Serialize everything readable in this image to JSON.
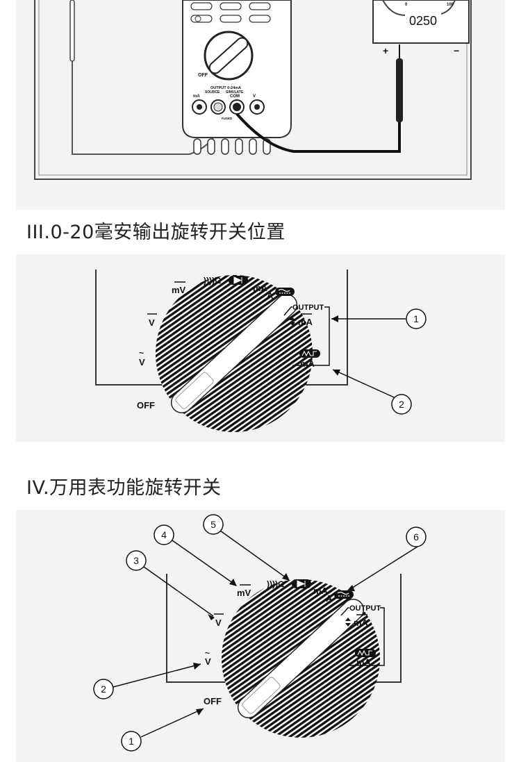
{
  "section3": {
    "title": "III.0-20毫安输出旋转开关位置",
    "dial_labels": {
      "off": "OFF",
      "v_ac": "V",
      "v_dc": "V",
      "mv": "mV",
      "ohm_group": "))))Ω",
      "ma_a": "mA",
      "a": "A",
      "output": "OUTPUT",
      "output_ma": "mA",
      "sim_ma": "mA"
    },
    "callouts": [
      "1",
      "2"
    ]
  },
  "section4": {
    "title": "IV.万用表功能旋转开关",
    "dial_labels": {
      "off": "OFF",
      "v_ac": "V",
      "v_dc": "V",
      "mv": "mV",
      "ohm_group": "))))Ω",
      "ma_a": "mA",
      "a": "A",
      "output": "OUTPUT",
      "output_ma": "mA",
      "sim_ma": "mA"
    },
    "callouts": [
      "1",
      "2",
      "3",
      "4",
      "5",
      "6"
    ]
  },
  "top_device": {
    "display_value": "0250",
    "scale_low": "0",
    "scale_high": "100",
    "plus": "+",
    "minus": "−",
    "meter_off": "OFF",
    "output_label": "OUTPUT 0-24mA",
    "source": "SOURCE",
    "simulate": "SIMULATE",
    "jack_ma": "mA",
    "jack_com": "COM",
    "jack_v": "V",
    "fused": "FUSED"
  }
}
